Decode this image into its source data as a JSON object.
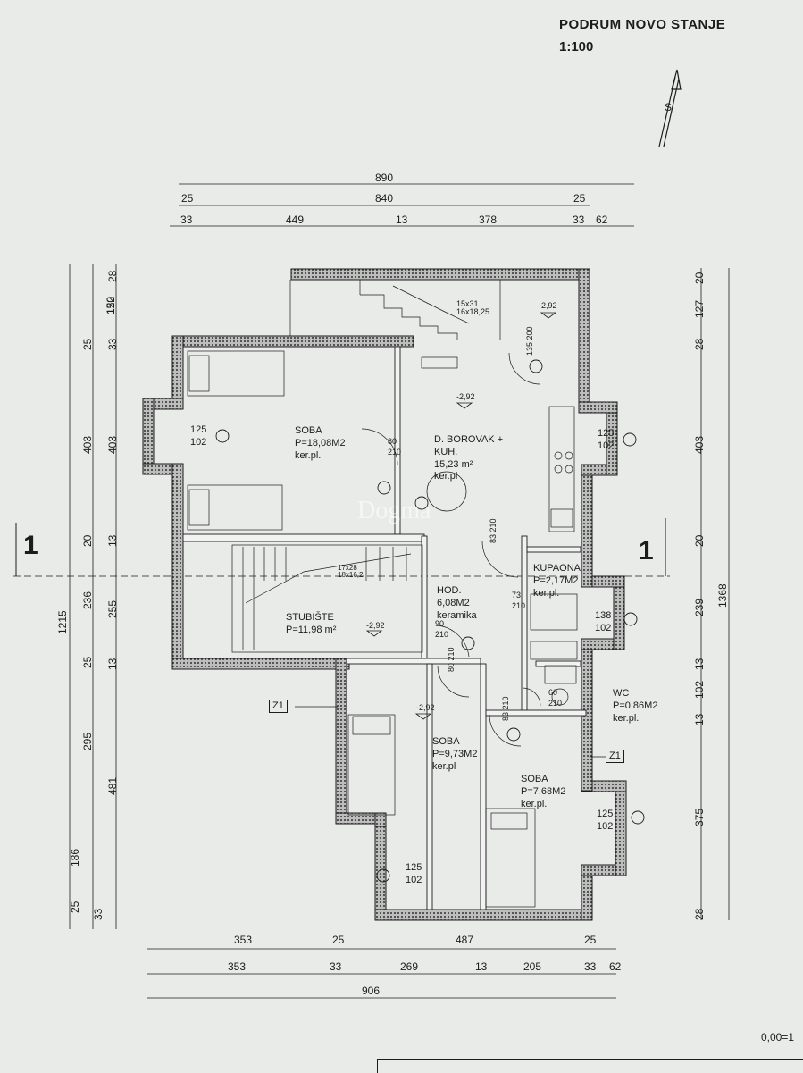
{
  "header": {
    "title": "PODRUM NOVO STANJE",
    "scale": "1:100"
  },
  "north": {
    "label": "S"
  },
  "top_dims": {
    "row1": [
      "890"
    ],
    "row2": [
      "25",
      "840",
      "25"
    ],
    "row3": [
      "33",
      "449",
      "13",
      "378",
      "33",
      "62"
    ]
  },
  "bottom_dims": {
    "row1": [
      "353",
      "25",
      "487",
      "25"
    ],
    "row2": [
      "353",
      "33",
      "269",
      "13",
      "205",
      "33",
      "62"
    ],
    "row3": [
      "906"
    ]
  },
  "left_dims": {
    "a": [
      "28",
      "150",
      "25",
      "403",
      "20",
      "236",
      "25",
      "295",
      "186",
      "25"
    ],
    "b": [
      "122",
      "33",
      "403",
      "13",
      "255",
      "13",
      "481",
      "33"
    ],
    "total": "1215"
  },
  "right_dims": {
    "a": [
      "20",
      "127",
      "28",
      "403",
      "20",
      "239",
      "13",
      "102",
      "13",
      "375",
      "28"
    ],
    "total": "1368"
  },
  "rooms": {
    "soba1": {
      "name": "SOBA",
      "area": "P=18,08M2",
      "floor": "ker.pl."
    },
    "kitchen": {
      "name": "D. BOROVAK +",
      "name2": "KUH.",
      "area": "15,23 m²",
      "floor": "ker.pl"
    },
    "kupaona": {
      "name": "KUPAONA",
      "area": "P=2,17M2",
      "floor": "ker.pl."
    },
    "hod": {
      "name": "HOD.",
      "area": "6,08M2",
      "floor": "keramika"
    },
    "stubiste": {
      "name": "STUBIŠTE",
      "area": "P=11,98 m²"
    },
    "wc": {
      "name": "WC",
      "area": "P=0,86M2",
      "floor": "ker.pl."
    },
    "soba2": {
      "name": "SOBA",
      "area": "P=9,73M2",
      "floor": "ker.pl"
    },
    "soba3": {
      "name": "SOBA",
      "area": "P=7,68M2",
      "floor": "ker.pl."
    }
  },
  "stairs": {
    "outer_a": "15x31",
    "outer_b": "16x18,25",
    "inner_a": "17x28",
    "inner_b": "18x16,2"
  },
  "levels": [
    "-2,92",
    "-2,92",
    "-2,92",
    "-2,92"
  ],
  "windows": [
    {
      "w": "125",
      "h": "102"
    },
    {
      "w": "125",
      "h": "102"
    },
    {
      "w": "138",
      "h": "102"
    },
    {
      "w": "125",
      "h": "102"
    },
    {
      "w": "125",
      "h": "102"
    }
  ],
  "doors": [
    {
      "w": "80",
      "h": "210"
    },
    {
      "w": "90",
      "h": "210"
    },
    {
      "w": "73",
      "h": "210"
    },
    {
      "w": "83",
      "h": "210"
    },
    {
      "w": "80",
      "h": "210"
    },
    {
      "w": "83",
      "h": "210"
    },
    {
      "w": "60",
      "h": "210"
    },
    {
      "w": "135",
      "h": "200"
    }
  ],
  "section_marks": [
    "1",
    "1"
  ],
  "tags": [
    "Z1",
    "Z1"
  ],
  "watermark": "Dogma",
  "footer": {
    "ref": "0,00=1"
  }
}
